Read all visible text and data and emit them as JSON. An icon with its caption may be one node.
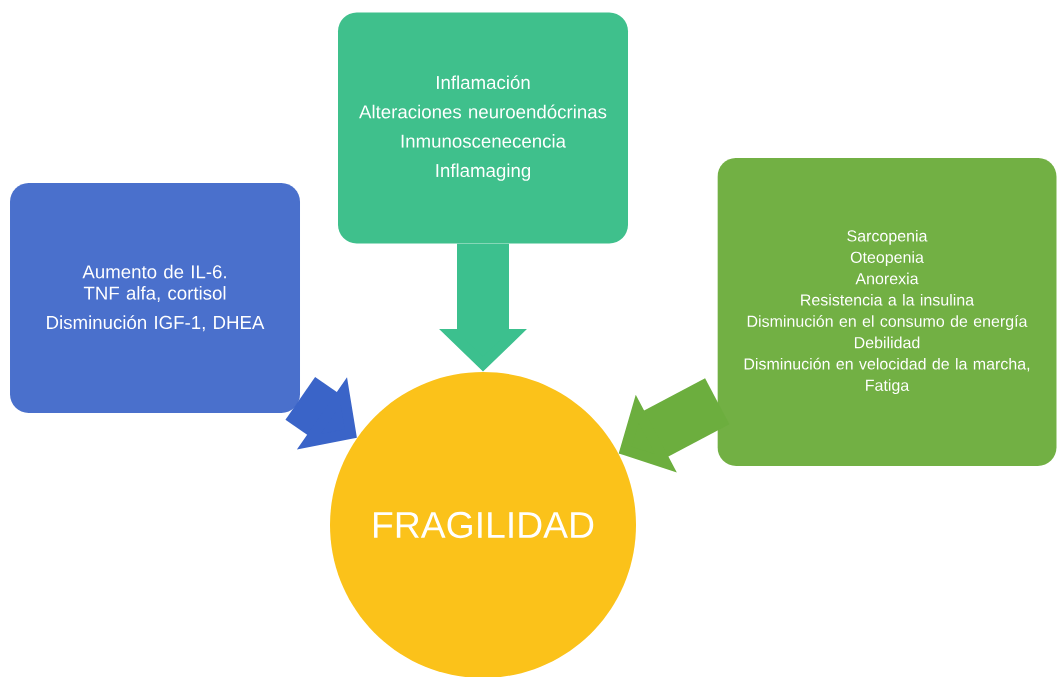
{
  "diagram": {
    "nodes": [
      {
        "text": [
          "Aumento de IL-6. TNF alfa, cortisol",
          "Disminución IGF-1, DHEA"
        ]
      },
      {
        "text": [
          "Inflamación",
          "Alteraciones neuroendócrinas",
          "Inmunoscenecencia",
          "Inflamaging"
        ]
      },
      {
        "text": [
          "Sarcopenia",
          "Oteopenia",
          "Anorexia",
          "Resistencia a la insulina",
          "Disminución en el consumo de energía",
          "Debilidad",
          "Disminución en velocidad de la marcha,",
          "Fatiga"
        ]
      },
      {
        "text": [
          "FRAGILIDAD"
        ]
      }
    ],
    "edges": [
      {
        "from": 0,
        "to": 3,
        "arrow": "to",
        "color": "#3a64c8"
      },
      {
        "from": 1,
        "to": 3,
        "arrow": "to",
        "color": "#3cc08e"
      },
      {
        "from": 2,
        "to": 3,
        "arrow": "to",
        "color": "#6cae3e"
      }
    ]
  }
}
